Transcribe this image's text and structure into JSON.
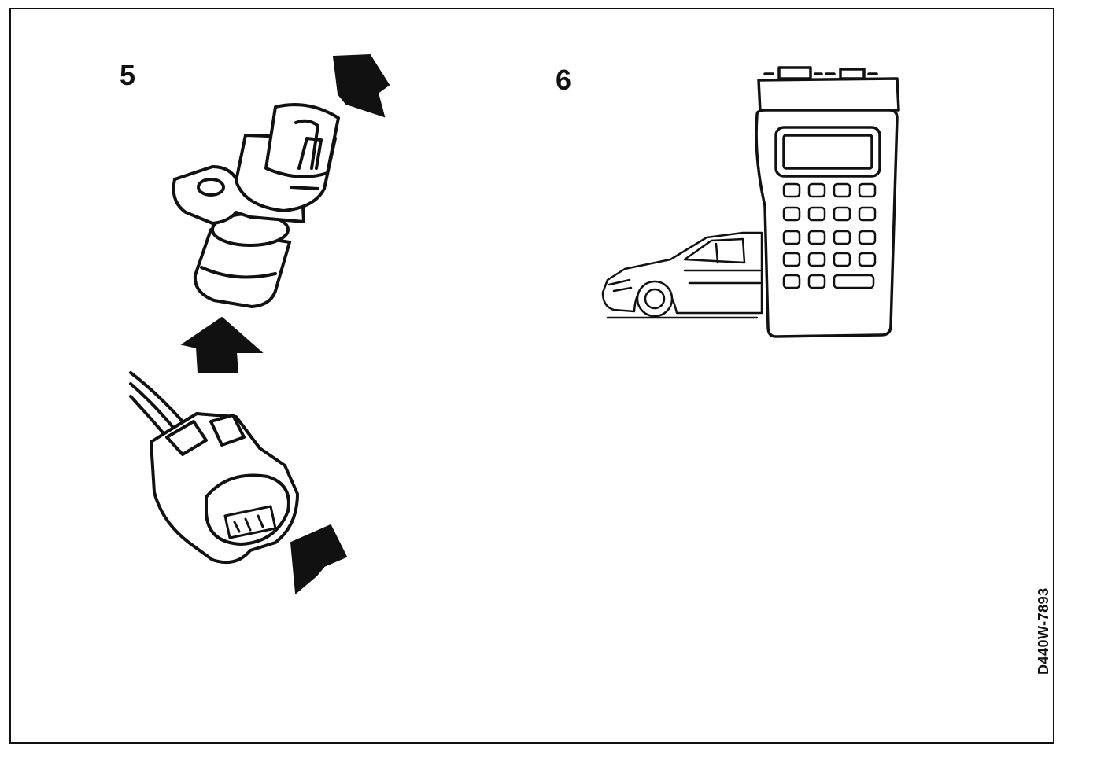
{
  "panels": [
    {
      "number": "5",
      "icons": [
        "sensor-icon",
        "connector-icon",
        "arrow-icon"
      ]
    },
    {
      "number": "6",
      "icons": [
        "scan-tool-icon",
        "car-icon"
      ]
    }
  ],
  "figure_code": "D440W-7893",
  "colors": {
    "ink": "#111111",
    "paper": "#ffffff"
  }
}
